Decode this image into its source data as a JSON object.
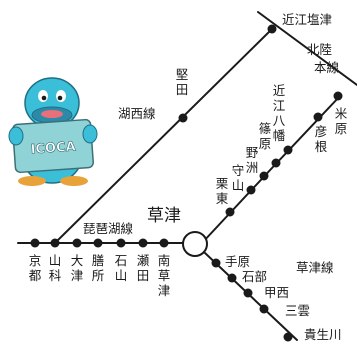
{
  "map": {
    "hub": {
      "name": "草津",
      "name_direction": "horizontal"
    },
    "lines": [
      {
        "id": "kosei",
        "name": "湖西線",
        "name_direction": "horizontal"
      },
      {
        "id": "biwako",
        "name": "琵琶湖線",
        "name_direction": "horizontal"
      },
      {
        "id": "kusatsu",
        "name": "草津線",
        "name_direction": "horizontal"
      },
      {
        "id": "hokuriku",
        "name": "北陸本線",
        "name_direction": "horizontal"
      }
    ],
    "stations": [
      {
        "id": "kyoto",
        "name": "京都",
        "direction": "vertical"
      },
      {
        "id": "yamashina",
        "name": "山科",
        "direction": "vertical"
      },
      {
        "id": "otsu",
        "name": "大津",
        "direction": "vertical"
      },
      {
        "id": "zeze",
        "name": "膳所",
        "direction": "vertical"
      },
      {
        "id": "ishiyama",
        "name": "石山",
        "direction": "vertical"
      },
      {
        "id": "seta",
        "name": "瀬田",
        "direction": "vertical"
      },
      {
        "id": "minamikusatsu",
        "name": "南草津",
        "direction": "vertical"
      },
      {
        "id": "katata",
        "name": "堅田",
        "direction": "vertical"
      },
      {
        "id": "omishiotsu",
        "name": "近江塩津",
        "direction": "horizontal"
      },
      {
        "id": "maibara",
        "name": "米原",
        "direction": "vertical"
      },
      {
        "id": "hikone",
        "name": "彦根",
        "direction": "vertical"
      },
      {
        "id": "omihachiman",
        "name": "近江八幡",
        "direction": "vertical"
      },
      {
        "id": "shinohara",
        "name": "篠原",
        "direction": "vertical"
      },
      {
        "id": "yasu",
        "name": "野洲",
        "direction": "vertical"
      },
      {
        "id": "moriyama",
        "name": "守山",
        "direction": "vertical"
      },
      {
        "id": "rittou",
        "name": "栗東",
        "direction": "vertical"
      },
      {
        "id": "tehara",
        "name": "手原",
        "direction": "horizontal"
      },
      {
        "id": "ishibe",
        "name": "石部",
        "direction": "horizontal"
      },
      {
        "id": "kosei_st",
        "name": "甲西",
        "direction": "horizontal"
      },
      {
        "id": "mikumo",
        "name": "三雲",
        "direction": "horizontal"
      },
      {
        "id": "kibukawa",
        "name": "貴生川",
        "direction": "horizontal"
      }
    ],
    "mascot": {
      "card_text": "ICOCA",
      "icon": "platypus-mascot-icon"
    },
    "colors": {
      "line": "#1a1a1a",
      "station": "#1a1a1a",
      "hub_fill": "#ffffff",
      "mascot_body": "#3bbfd8",
      "card": "#8fd3d6"
    }
  }
}
